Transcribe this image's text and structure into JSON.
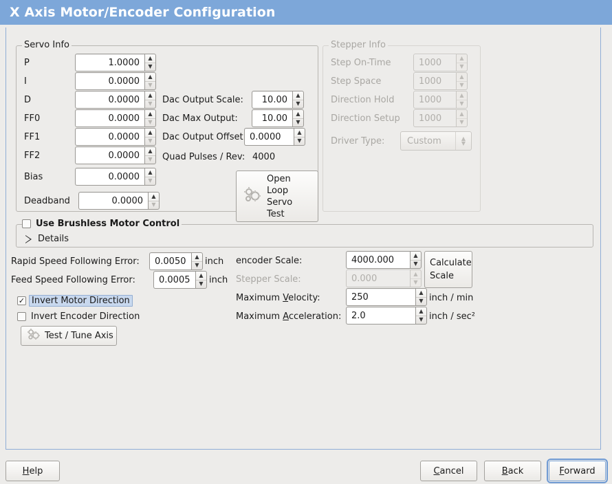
{
  "window": {
    "title": "X Axis Motor/Encoder Configuration"
  },
  "servo": {
    "legend": "Servo Info",
    "fields": [
      {
        "label": "P",
        "value": "1.0000"
      },
      {
        "label": "I",
        "value": "0.0000"
      },
      {
        "label": "D",
        "value": "0.0000"
      },
      {
        "label": "FF0",
        "value": "0.0000"
      },
      {
        "label": "FF1",
        "value": "0.0000"
      },
      {
        "label": "FF2",
        "value": "0.0000"
      },
      {
        "label": "Bias",
        "value": "0.0000"
      },
      {
        "label": "Deadband",
        "value": "0.0000"
      }
    ],
    "dac": [
      {
        "label": "Dac Output Scale:",
        "value": "10.00"
      },
      {
        "label": "Dac Max Output:",
        "value": "10.00"
      },
      {
        "label": "Dac Output Offset:",
        "value": "0.0000"
      }
    ],
    "quad_label": "Quad Pulses / Rev:",
    "quad_value": "4000",
    "open_loop_button": "Open\nLoop\nServo\nTest",
    "open_loop_lines": [
      "Open",
      "Loop",
      "Servo",
      "Test"
    ],
    "open_loop_icon": "gears-icon"
  },
  "stepper": {
    "legend": "Stepper Info",
    "enabled": false,
    "fields": [
      {
        "label": "Step On-Time",
        "value": "1000"
      },
      {
        "label": "Step Space",
        "value": "1000"
      },
      {
        "label": "Direction Hold",
        "value": "1000"
      },
      {
        "label": "Direction Setup",
        "value": "1000"
      }
    ],
    "driver_type_label": "Driver Type:",
    "driver_type_value": "Custom"
  },
  "brushless": {
    "checkbox_label": "Use Brushless Motor Control",
    "checked": false,
    "details_label": "Details",
    "details_expanded": false
  },
  "tuning": {
    "rapid_label": "Rapid Speed Following Error:",
    "rapid_value": "0.0050",
    "rapid_unit": "inch",
    "feed_label": "Feed Speed Following Error:",
    "feed_value": "0.0005",
    "feed_unit": "inch",
    "invert_motor_label": "Invert Motor Direction",
    "invert_motor_checked": true,
    "invert_encoder_label": "Invert Encoder Direction",
    "invert_encoder_checked": false,
    "test_tune_label": "Test / Tune Axis",
    "test_tune_icon": "gears-icon"
  },
  "scale": {
    "encoder_label": "encoder Scale:",
    "encoder_value": "4000.000",
    "stepper_label": "Stepper Scale:",
    "stepper_value": "0.000",
    "stepper_enabled": false,
    "calculate_lines": [
      "Calculate",
      "Scale"
    ],
    "velocity_label_pre": "Maximum ",
    "velocity_label_mnemonic": "V",
    "velocity_label_post": "elocity:",
    "velocity_value": "250",
    "velocity_unit": "inch / min",
    "accel_label_pre": "Maximum ",
    "accel_label_mnemonic": "A",
    "accel_label_post": "cceleration:",
    "accel_value": "2.0",
    "accel_unit": "inch / sec²"
  },
  "footer": {
    "help": {
      "pre": "",
      "mnemonic": "H",
      "post": "elp"
    },
    "cancel": {
      "pre": "",
      "mnemonic": "C",
      "post": "ancel"
    },
    "back": {
      "pre": "",
      "mnemonic": "B",
      "post": "ack"
    },
    "forward": {
      "pre": "",
      "mnemonic": "F",
      "post": "orward"
    }
  },
  "colors": {
    "titlebar": "#7da7d9",
    "window_bg": "#edecea",
    "focus_blue": "#6f9ad3",
    "highlight_bg": "#c8d8ee"
  }
}
